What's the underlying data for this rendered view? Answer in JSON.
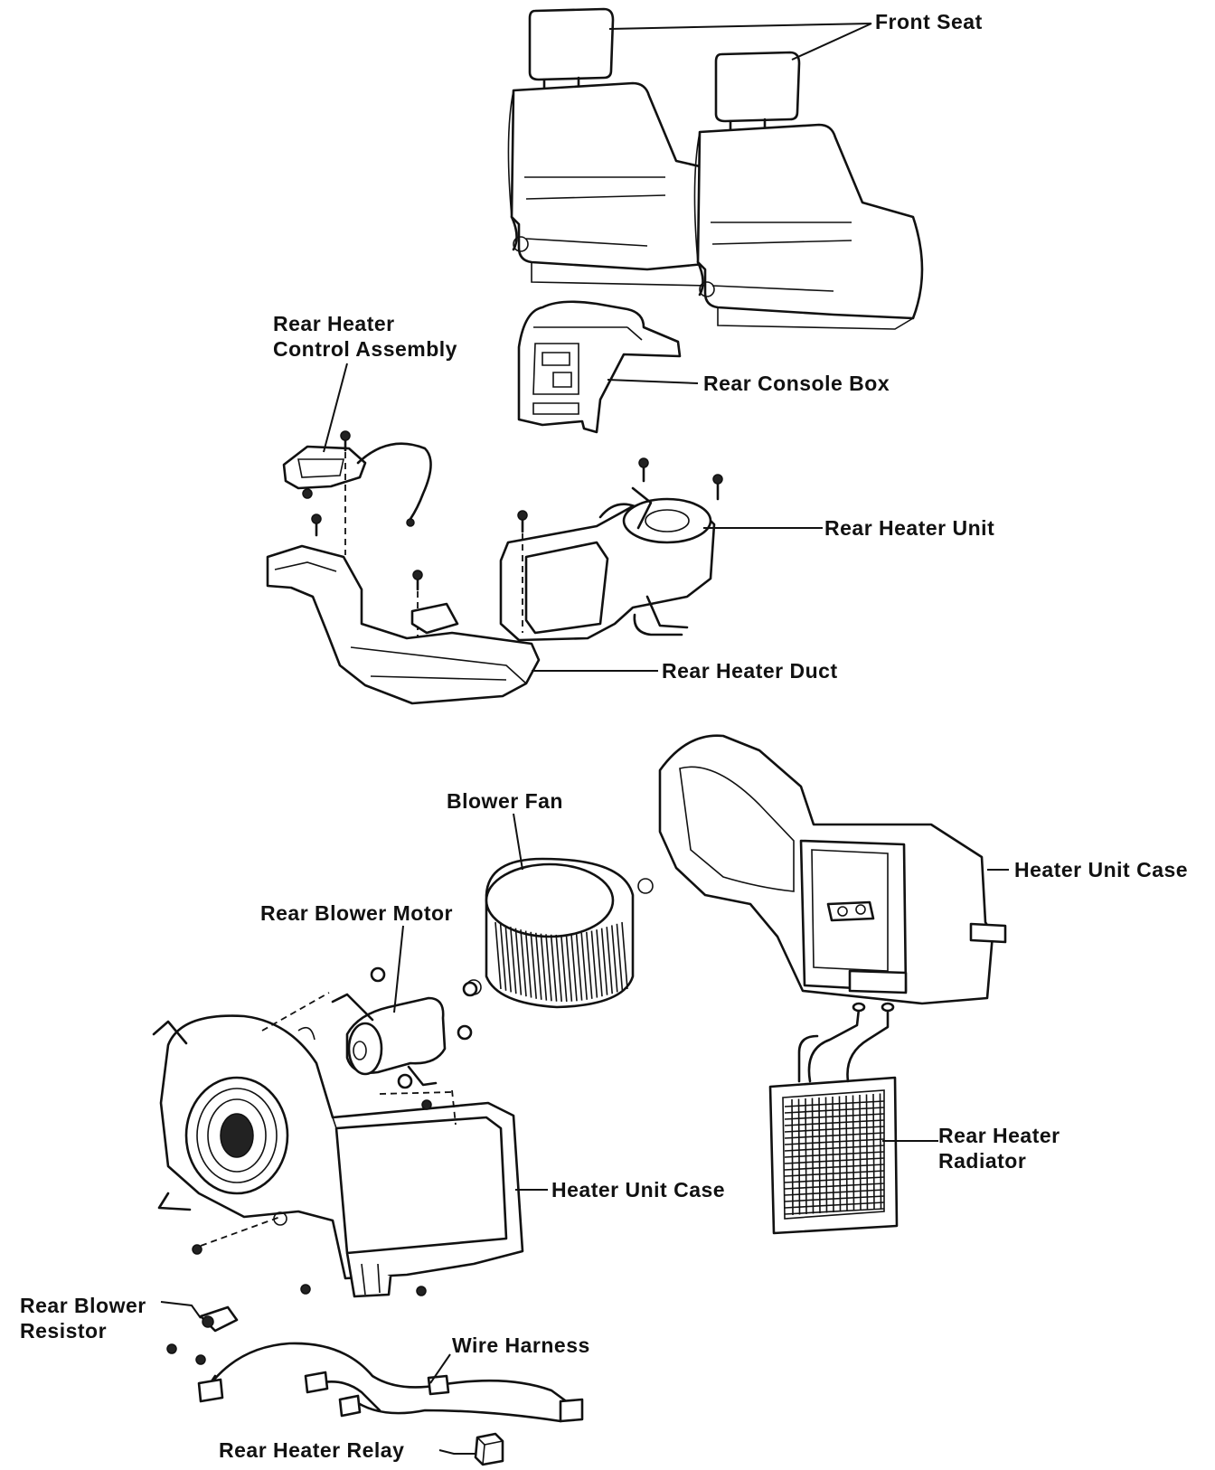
{
  "labels": {
    "front_seat": "Front Seat",
    "rear_heater_control_line1": "Rear Heater",
    "rear_heater_control_line2": "Control Assembly",
    "rear_console_box": "Rear Console Box",
    "rear_heater_unit": "Rear Heater Unit",
    "rear_heater_duct": "Rear Heater Duct",
    "blower_fan": "Blower Fan",
    "heater_unit_case_right": "Heater Unit Case",
    "rear_blower_motor": "Rear Blower Motor",
    "rear_heater_radiator_line1": "Rear Heater",
    "rear_heater_radiator_line2": "Radiator",
    "heater_unit_case_left": "Heater Unit Case",
    "rear_blower_resistor_line1": "Rear Blower",
    "rear_blower_resistor_line2": "Resistor",
    "wire_harness": "Wire Harness",
    "rear_heater_relay": "Rear Heater Relay"
  }
}
